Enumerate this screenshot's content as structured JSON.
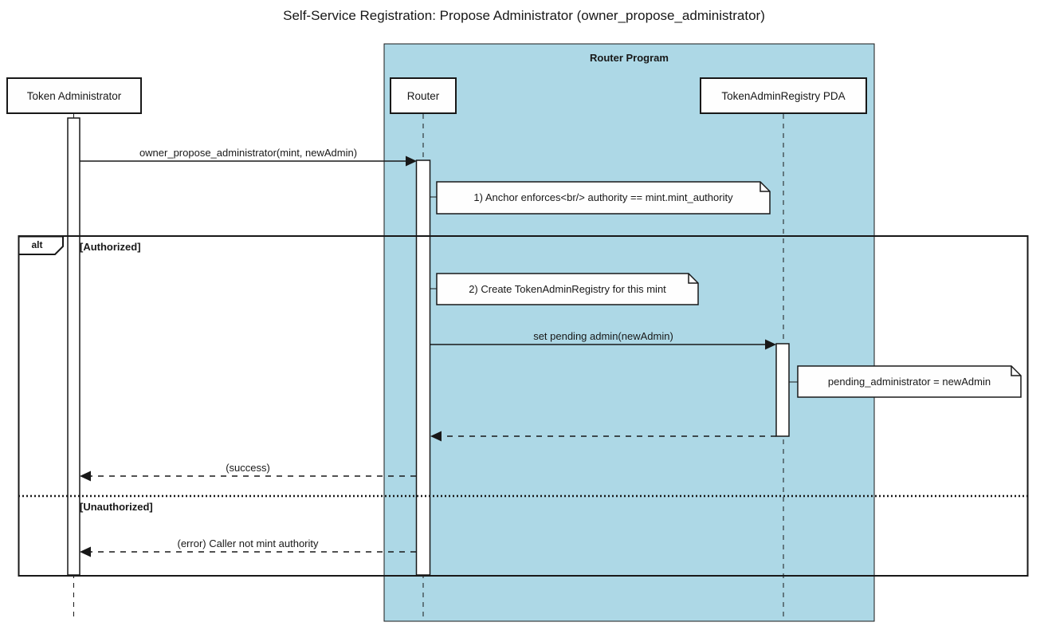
{
  "diagram": {
    "title": "Self-Service Registration: Propose Administrator (owner_propose_administrator)",
    "group": {
      "label": "Router Program"
    },
    "participants": [
      {
        "id": "token-administrator",
        "label": "Token Administrator"
      },
      {
        "id": "router",
        "label": "Router"
      },
      {
        "id": "token-admin-registry-pda",
        "label": "TokenAdminRegistry PDA"
      }
    ],
    "frame": {
      "operator": "alt",
      "guard_authorized": "[Authorized]",
      "guard_unauthorized": "[Unauthorized]"
    },
    "messages": {
      "propose": {
        "label": "owner_propose_administrator(mint, newAdmin)",
        "type": "sync"
      },
      "set_pending": {
        "label": "set pending admin(newAdmin)",
        "type": "sync"
      },
      "success": {
        "label": "(success)",
        "type": "return"
      },
      "error": {
        "label": "(error) Caller not mint authority",
        "type": "return"
      }
    },
    "notes": {
      "anchor_enforces": "1) Anchor enforces<br/> authority == mint.mint_authority",
      "create_registry": "2) Create TokenAdminRegistry for this mint",
      "pending_admin": "pending_administrator = newAdmin"
    },
    "colors": {
      "group_fill": "#ADD8E6",
      "line": "#181818",
      "note_fill": "#FEFEFE"
    }
  }
}
